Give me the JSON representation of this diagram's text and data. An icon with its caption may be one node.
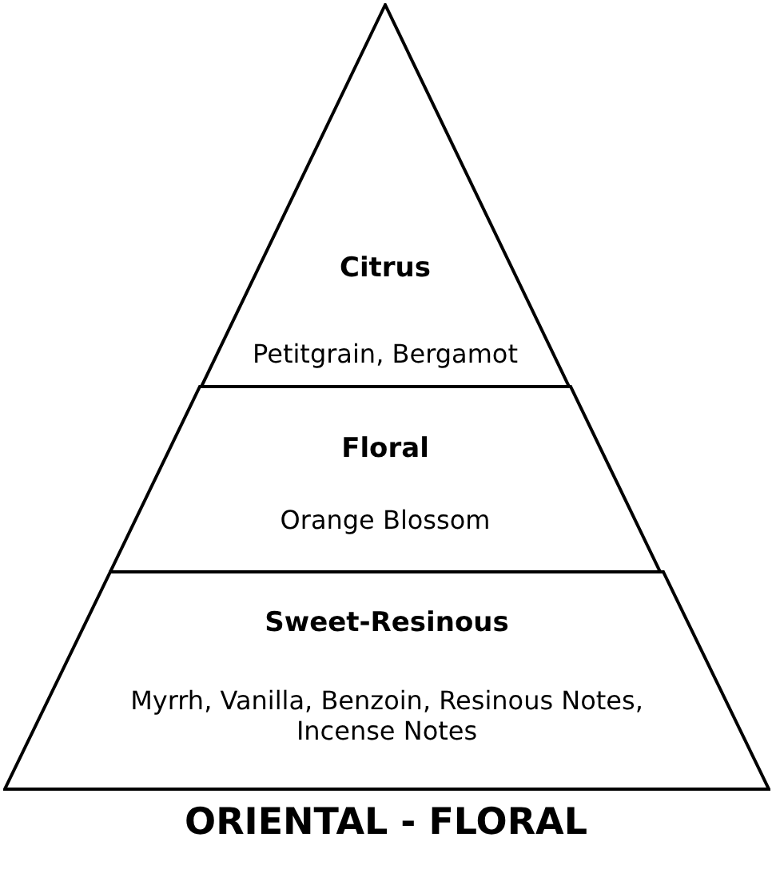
{
  "diagram": {
    "title": "ORIENTAL - FLORAL",
    "nodes": [
      {
        "text": [
          "Citrus",
          "Petitgrain, Bergamot"
        ]
      },
      {
        "text": [
          "Floral",
          "Orange Blossom"
        ]
      },
      {
        "text": [
          "Sweet-Resinous",
          "Myrrh, Vanilla, Benzoin, Resinous Notes, Incense Notes"
        ]
      }
    ],
    "edges": []
  }
}
